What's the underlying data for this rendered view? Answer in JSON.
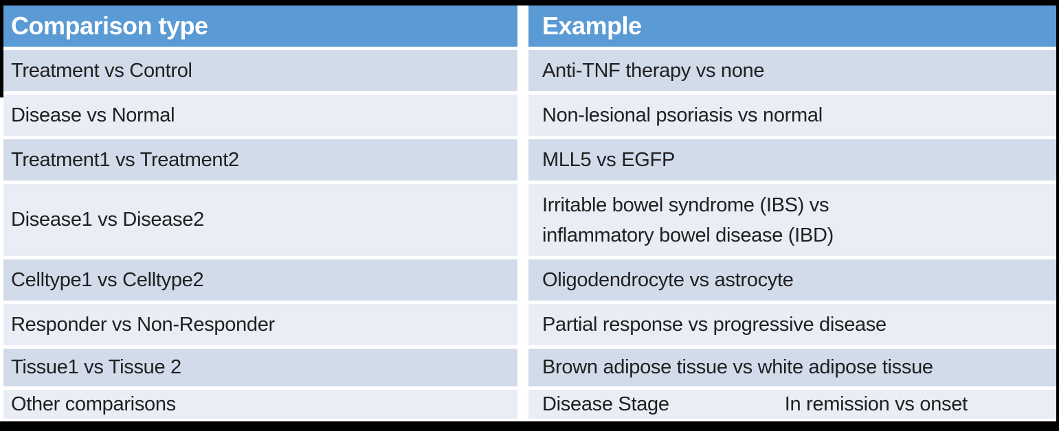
{
  "table": {
    "columns": [
      {
        "label": "Comparison type"
      },
      {
        "label": "Example"
      }
    ],
    "rows": [
      {
        "comparison": "Treatment vs Control",
        "example": "Anti-TNF therapy vs none"
      },
      {
        "comparison": "Disease vs Normal",
        "example": "Non-lesional psoriasis vs normal"
      },
      {
        "comparison": "Treatment1 vs Treatment2",
        "example": "MLL5 vs EGFP"
      },
      {
        "comparison": "Disease1 vs Disease2",
        "example_lines": [
          "Irritable bowel syndrome (IBS) vs",
          "inflammatory bowel disease (IBD)"
        ]
      },
      {
        "comparison": "Celltype1 vs Celltype2",
        "example": "Oligodendrocyte vs astrocyte"
      },
      {
        "comparison": "Responder vs Non-Responder",
        "example": "Partial response vs progressive disease"
      },
      {
        "comparison": "Tissue1 vs Tissue 2",
        "example": "Brown adipose tissue vs white adipose tissue"
      },
      {
        "comparison": "Other comparisons",
        "example_parts": [
          "Disease Stage",
          "In remission vs onset"
        ]
      }
    ]
  },
  "colors": {
    "header_bg": "#5B9BD5",
    "header_text": "#FFFFFF",
    "row_band_dark": "#D2DBEA",
    "row_band_light": "#E9EDF6",
    "body_text": "#202020",
    "frame": "#000000"
  }
}
